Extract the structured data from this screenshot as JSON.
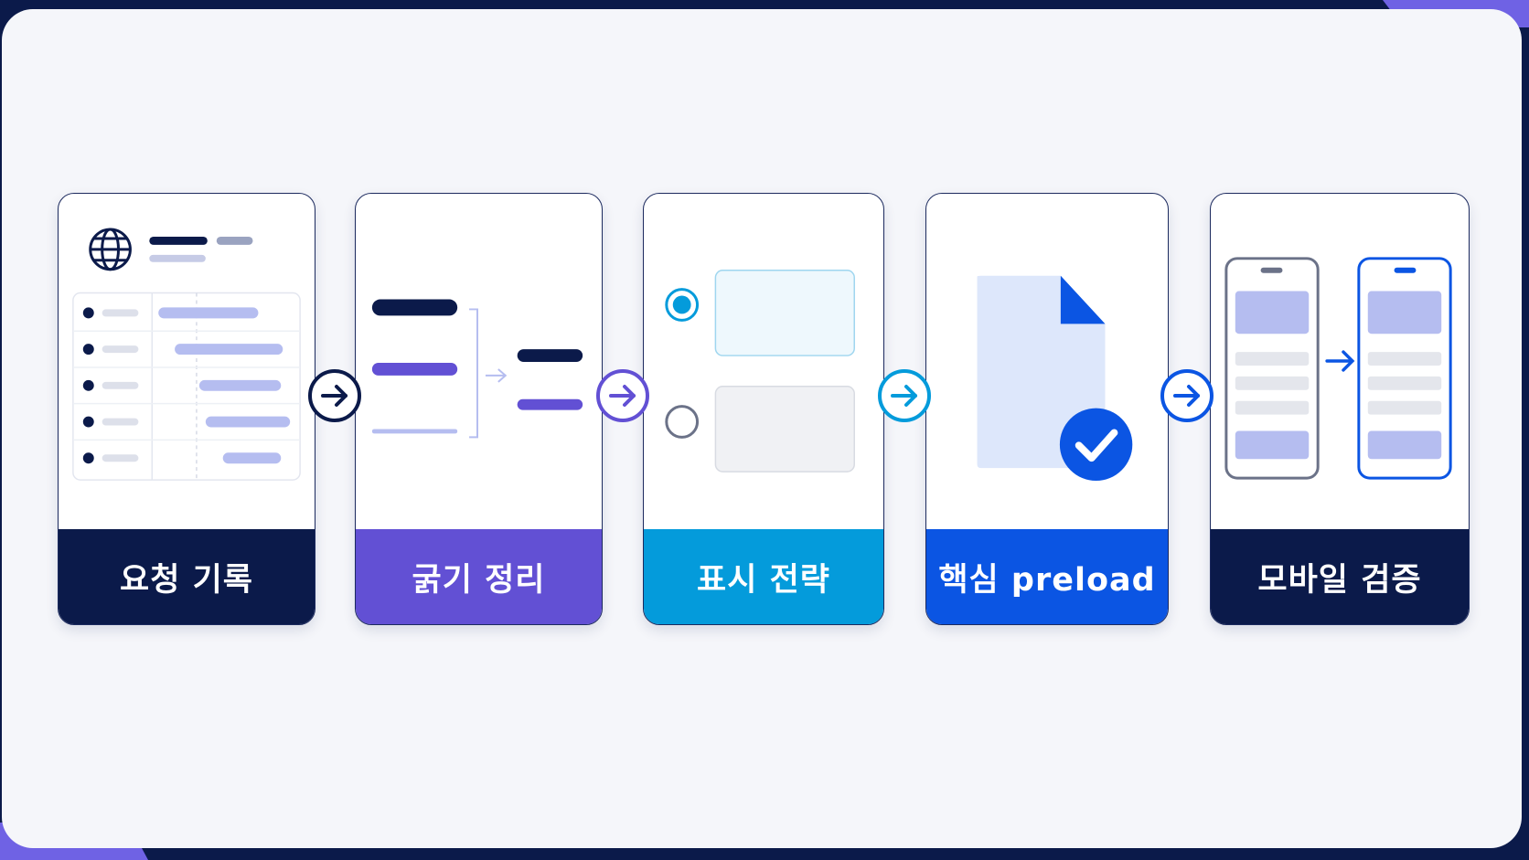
{
  "steps": [
    {
      "label": "요청 기록",
      "icon": "request-waterfall-icon",
      "color": "#0b1a4a"
    },
    {
      "label": "굵기 정리",
      "icon": "weight-merge-icon",
      "color": "#6250d4"
    },
    {
      "label": "표시 전략",
      "icon": "display-strategy-icon",
      "color": "#049bdb"
    },
    {
      "label": "핵심 preload",
      "icon": "preload-document-icon",
      "color": "#0b55e3"
    },
    {
      "label": "모바일 검증",
      "icon": "mobile-compare-icon",
      "color": "#0b1a4a"
    }
  ],
  "colors": {
    "navy": "#0b1a4a",
    "violet": "#6250d4",
    "cyan": "#049bdb",
    "blue": "#0b55e3",
    "lavender": "#b5bdf0",
    "panel": "#f5f6fa"
  }
}
